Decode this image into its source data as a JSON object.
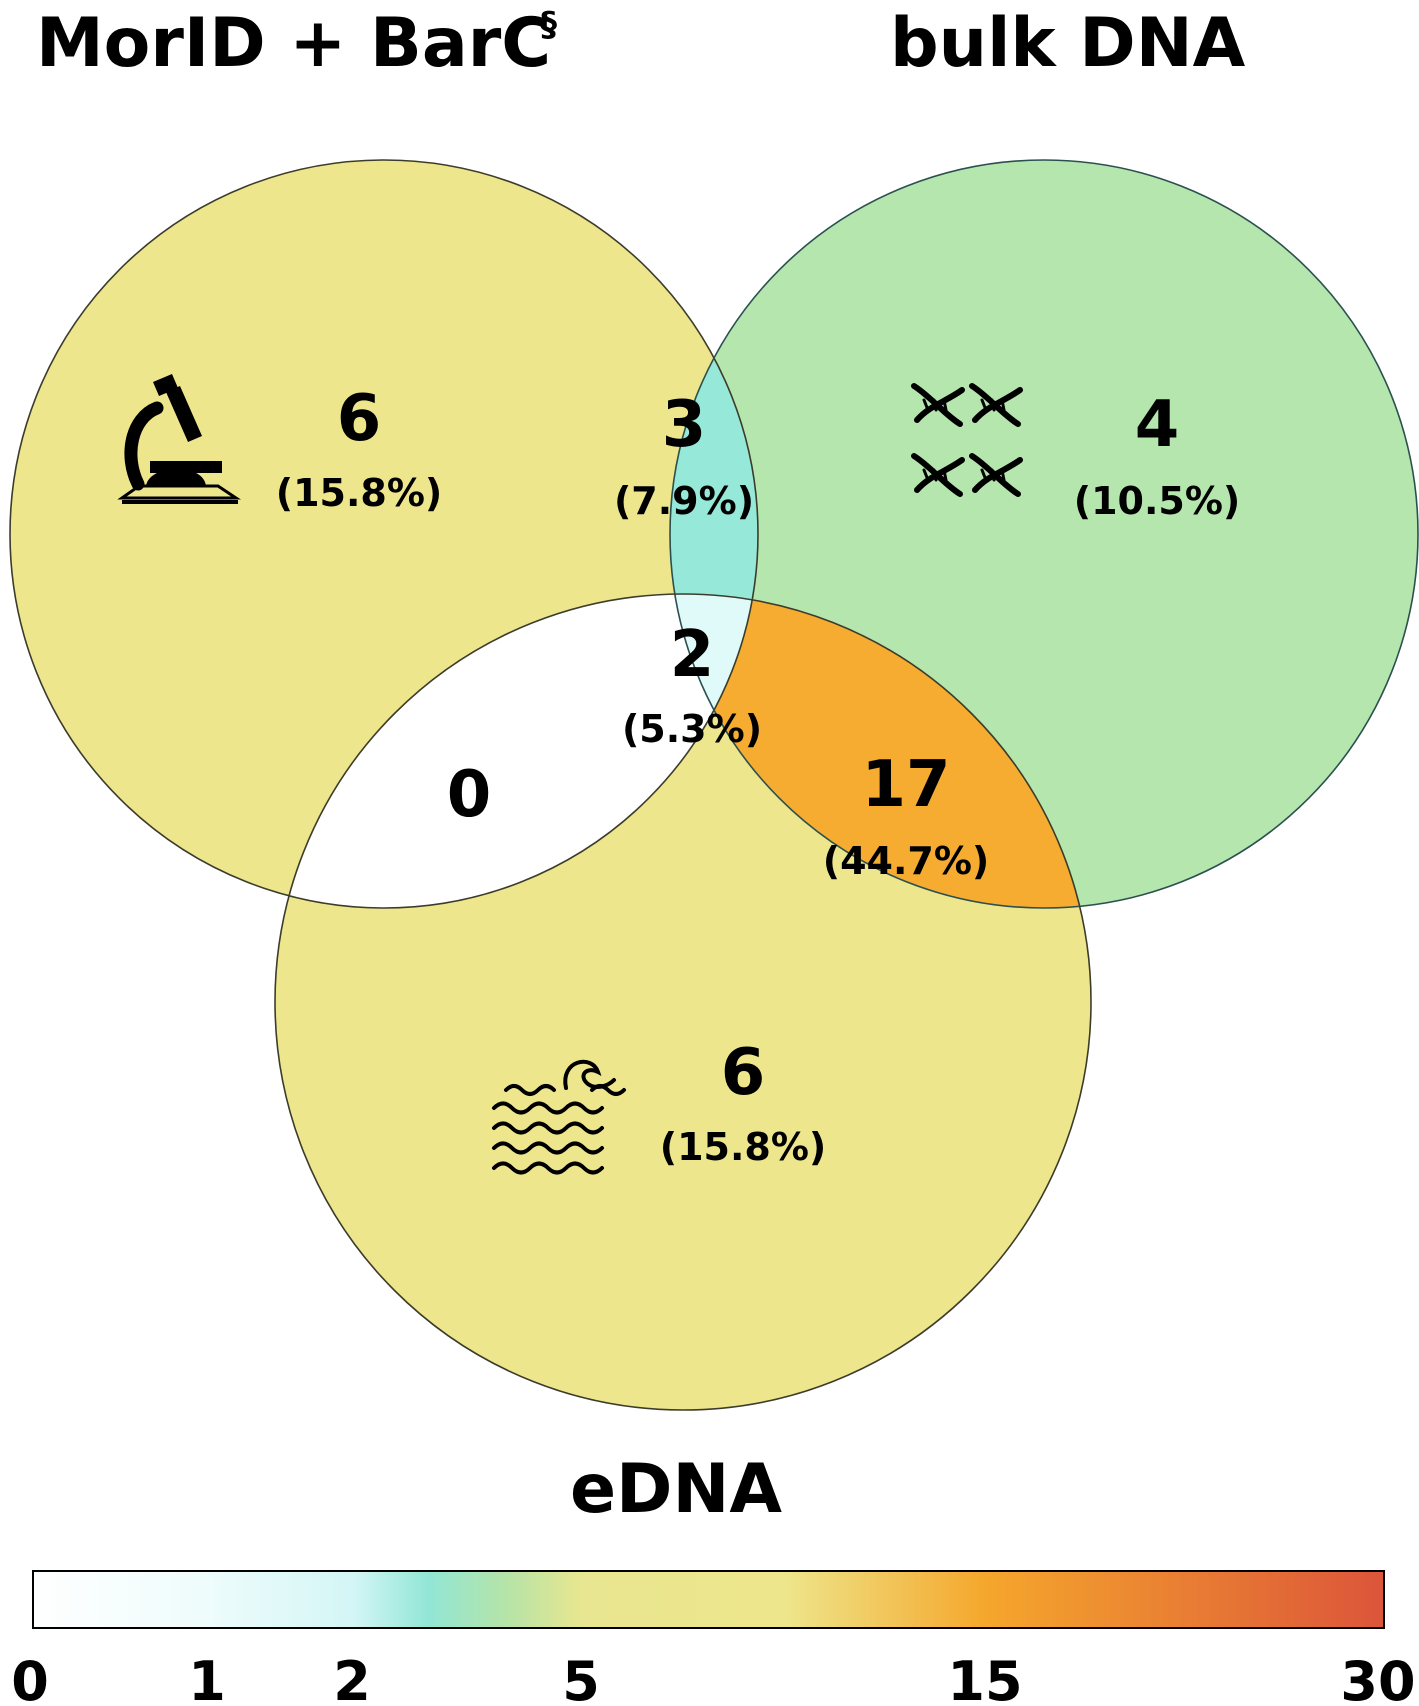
{
  "sets": {
    "left": {
      "label": "MorID + BarC",
      "marker": "§",
      "icon": "microscope-icon"
    },
    "right": {
      "label": "bulk DNA",
      "icon": "dna-icon"
    },
    "bottom": {
      "label": "eDNA",
      "icon": "water-waves-icon"
    }
  },
  "regions": {
    "left_only": {
      "count": "6",
      "percent": "(15.8%)",
      "color": "#EEE68C"
    },
    "left_right": {
      "count": "3",
      "percent": "(7.9%)",
      "color": "#96E8D8"
    },
    "right_only": {
      "count": "4",
      "percent": "(10.5%)",
      "color": "#B5E6AE"
    },
    "all_three": {
      "count": "2",
      "percent": "(5.3%)",
      "color": "#E0FAF9"
    },
    "left_bottom": {
      "count": "0",
      "color": "#FFFFFF"
    },
    "right_bottom": {
      "count": "17",
      "percent": "(44.7%)",
      "color": "#F5AC31"
    },
    "bottom_only": {
      "count": "6",
      "percent": "(15.8%)",
      "color": "#EEE68C"
    }
  },
  "colorbar": {
    "ticks": [
      "0",
      "1",
      "2",
      "5",
      "15",
      "30"
    ],
    "stops": [
      {
        "value": 0,
        "color": "#FFFFFF"
      },
      {
        "value": 1,
        "color": "#EEFCFC"
      },
      {
        "value": 2,
        "color": "#D4F6F6"
      },
      {
        "value": 3,
        "color": "#92E6D6"
      },
      {
        "value": 4,
        "color": "#B4E4A8"
      },
      {
        "value": 5,
        "color": "#E8E690"
      },
      {
        "value": 10,
        "color": "#EEE68C"
      },
      {
        "value": 15,
        "color": "#F5A72C"
      },
      {
        "value": 30,
        "color": "#DC553A"
      }
    ]
  }
}
